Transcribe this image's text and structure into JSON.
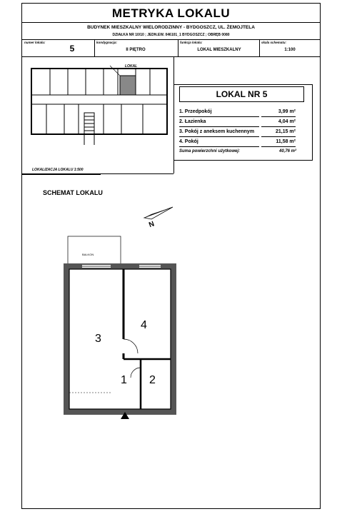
{
  "header": {
    "title": "METRYKA LOKALU",
    "subtitle": "BUDYNEK MIESZKALNY WIELORODZINNY - BYDGOSZCZ, UL. ŻEMOJTELA",
    "subtitle2": "DZIAŁKA NR 10/10 ; JEDN.EW. 046101_1 BYDGOSZCZ ; OBRĘB 0080"
  },
  "info_row": {
    "numer_label": "numer lokalu:",
    "numer_value": "5",
    "kondygnacja_label": "kondygnacja:",
    "kondygnacja_value": "II PIĘTRO",
    "funkcja_label": "funkcja lokalu:",
    "funkcja_value": "LOKAL MIESZKALNY",
    "skala_label": "skala schematu:",
    "skala_value": "1:100"
  },
  "keyplan": {
    "lokal_label": "LOKAL",
    "caption": "LOKALIZACJA LOKALU 1:500"
  },
  "lokal_table": {
    "heading": "LOKAL  NR  5",
    "rooms": [
      {
        "name": "1. Przedpokój",
        "area": "3,99 m²"
      },
      {
        "name": "2. Łazienka",
        "area": "4,04 m²"
      },
      {
        "name": "3. Pokój z aneksem kuchennym",
        "area": "21,15 m²"
      },
      {
        "name": "4. Pokój",
        "area": "11,58 m²"
      }
    ],
    "sum_label": "Suma powierzchni użytkowej:",
    "sum_value": "40,76 m²"
  },
  "schemat": {
    "title": "SCHEMAT LOKALU",
    "balkon_label": "BALKON",
    "north_label": "N",
    "room_numbers": [
      "1",
      "2",
      "3",
      "4"
    ]
  }
}
